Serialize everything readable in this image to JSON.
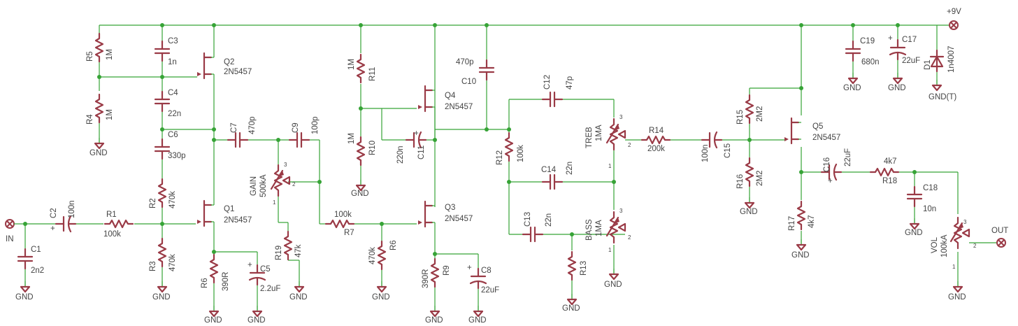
{
  "colors": {
    "wire": "#36a336",
    "component": "#9a3a46",
    "text": "#444444"
  },
  "labels": {
    "in": "IN",
    "out": "OUT",
    "vcc": "+9V",
    "gnd": "GND",
    "gnd_t": "GND(T)",
    "C1": "C1",
    "C1v": "2n2",
    "C2": "C2",
    "C2v": "100n",
    "R1": "R1",
    "R1v": "100k",
    "R2": "R2",
    "R2v": "470k",
    "R3": "R3",
    "R3v": "470k",
    "R4": "R4",
    "R4v": "1M",
    "R5": "R5",
    "R5v": "1M",
    "C3": "C3",
    "C3v": "1n",
    "C4": "C4",
    "C4v": "22n",
    "C6": "C6",
    "C6v": "330p",
    "Q2": "Q2",
    "Q2v": "2N5457",
    "Q1": "Q1",
    "Q1v": "2N5457",
    "C7": "C7",
    "C7v": "470p",
    "C9": "C9",
    "C9v": "100p",
    "GAIN": "GAIN",
    "GAINv": "500kA",
    "R19": "R19",
    "R19v": "47k",
    "R6a": "R6",
    "R6av": "390R",
    "C5": "C5",
    "C5v": "2.2uF",
    "R11": "R11",
    "R11v": "1M",
    "R10": "R10",
    "R10v": "1M",
    "Q4": "Q4",
    "Q4v": "2N5457",
    "C11": "C11",
    "C11v": "220n",
    "C10": "C10",
    "C10v": "470p",
    "R7": "R7",
    "R7v": "100k",
    "R6b": "R6",
    "R6bv": "470k",
    "Q3": "Q3",
    "Q3v": "2N5457",
    "R9": "R9",
    "R9v": "390R",
    "C8": "C8",
    "C8v": "22uF",
    "R12": "R12",
    "R12v": "100k",
    "C12": "C12",
    "C12v": "47p",
    "C14": "C14",
    "C14v": "22n",
    "C13": "C13",
    "C13v": "22n",
    "R13": "R13",
    "TREB": "TREB",
    "TREBv": "1MA",
    "BASS": "BASS",
    "BASSv": "1MA",
    "R14": "R14",
    "R14v": "200k",
    "C15": "C15",
    "C15v": "100n",
    "R15": "R15",
    "R15v": "2M2",
    "R16": "R16",
    "R16v": "2M2",
    "Q5": "Q5",
    "Q5v": "2N5457",
    "C16": "C16",
    "C16v": "22uF",
    "R18": "R18",
    "R18v": "4k7",
    "R17": "R17",
    "R17v": "4k7",
    "C18": "C18",
    "C18v": "10n",
    "VOL": "VOL",
    "VOLv": "100kA",
    "C19": "C19",
    "C19v": "680n",
    "C17": "C17",
    "C17v": "22uF",
    "D1": "D1",
    "D1v": "1n4007",
    "pin1": "1",
    "pin2": "2",
    "pin3": "3",
    "plus": "+"
  }
}
